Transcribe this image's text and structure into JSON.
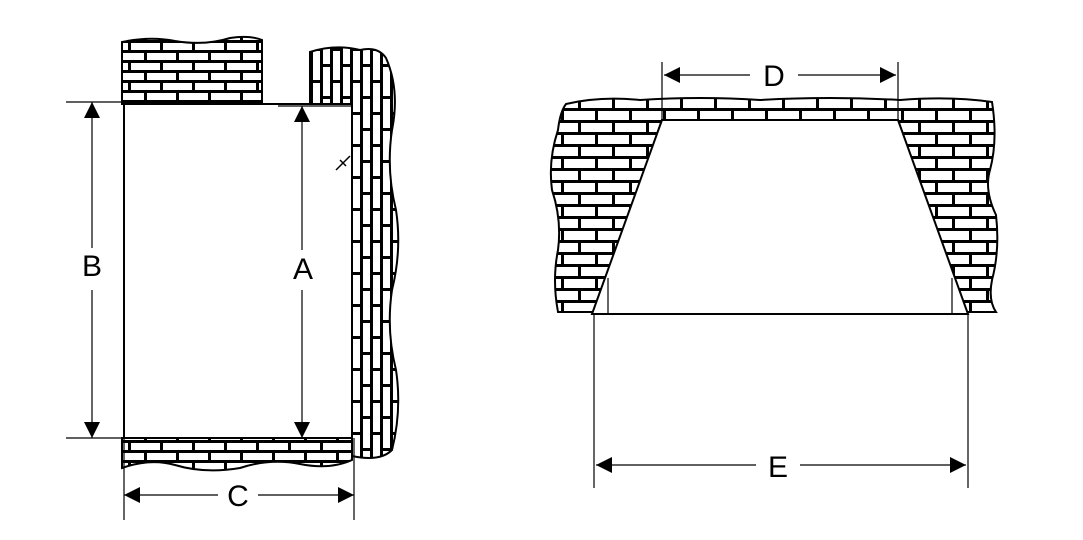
{
  "diagram": {
    "labels": {
      "a": "A",
      "b": "B",
      "c": "C",
      "d": "D",
      "e": "E"
    },
    "colors": {
      "ink": "#000000",
      "background": "#ffffff"
    },
    "icons": {
      "hinge_mark": "hinge-mark-icon",
      "arrowhead": "arrowhead-icon"
    }
  }
}
